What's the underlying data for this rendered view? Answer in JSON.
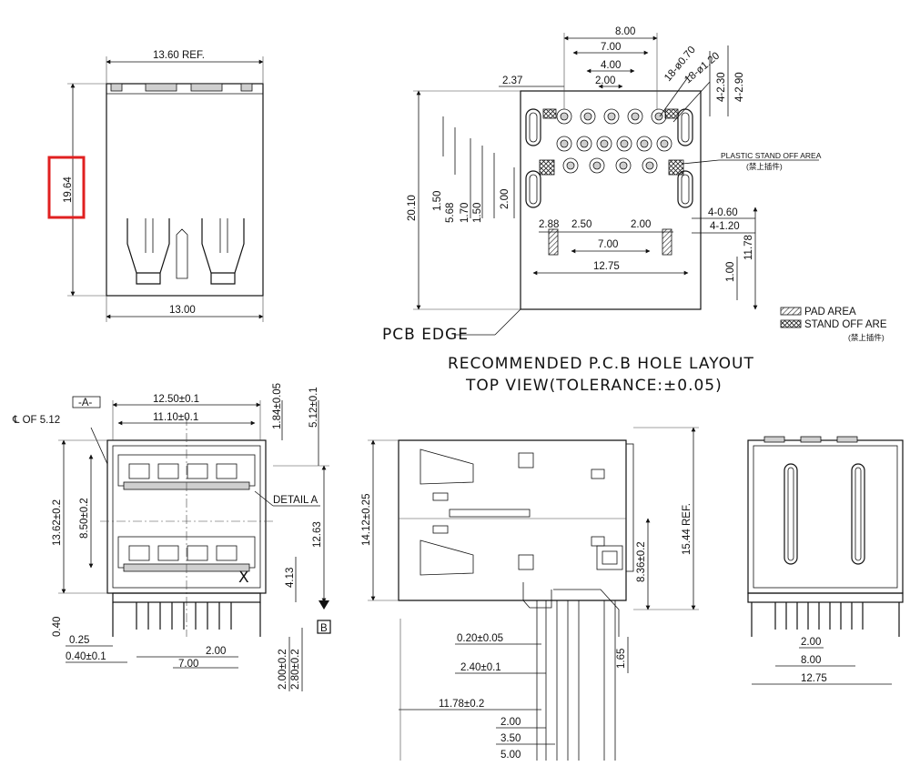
{
  "captions": {
    "pcb_edge": "PCB EDGE",
    "layout_title": "RECOMMENDED P.C.B HOLE LAYOUT",
    "layout_subtitle": "TOP VIEW(TOLERANCE:±0.05)"
  },
  "legend": {
    "pad_area": "PAD AREA",
    "stand_off_area": "STAND OFF ARE",
    "stand_off_note": "(禁上插件)"
  },
  "annotations": {
    "plastic_stand_off": "PLASTIC STAND OFF AREA",
    "plastic_note": "(禁上插件)",
    "datum_a": "-A-",
    "datum_b": "B",
    "centerline": "℄ OF 5.12",
    "detail_a": "DETAIL A",
    "mark_x": "X"
  },
  "dims": {
    "top_left_width_ref": "13.60 REF.",
    "top_left_height": "19.64",
    "top_left_bottom": "13.00",
    "hole_8_00": "8.00",
    "hole_7_00_top": "7.00",
    "hole_4_00": "4.00",
    "hole_2_00_top": "2.00",
    "hole_2_37": "2.37",
    "hole_18_070": "18-ø0.70",
    "hole_18_120": "18-ø1.20",
    "hole_4_230": "4-2.30",
    "hole_4_290": "4-2.90",
    "hole_20_10": "20.10",
    "hole_1_50a": "1.50",
    "hole_5_68": "5.68",
    "hole_1_70": "1.70",
    "hole_1_50b": "1.50",
    "hole_2_00_left": "2.00",
    "hole_2_88": "2.88",
    "hole_2_50": "2.50",
    "hole_2_00_mid": "2.00",
    "hole_4_060": "4-0.60",
    "hole_4_120": "4-1.20",
    "hole_7_00_bottom": "7.00",
    "hole_12_75": "12.75",
    "hole_11_78": "11.78",
    "hole_1_00": "1.00",
    "front_12_50": "12.50±0.1",
    "front_11_10": "11.10±0.1",
    "front_1_84": "1.84±0.05",
    "front_5_12": "5.12±0.1",
    "front_13_62": "13.62±0.2",
    "front_8_50": "8.50±0.2",
    "front_12_63": "12.63",
    "front_4_13": "4.13",
    "front_0_40": "0.40",
    "front_0_25": "0.25",
    "front_0_40_01": "0.40±0.1",
    "front_2_00": "2.00",
    "front_7_00": "7.00",
    "front_2_00_02": "2.00±0.2",
    "front_2_80_02": "2.80±0.2",
    "side_14_12": "14.12±0.25",
    "side_15_44": "15.44 REF.",
    "side_8_36": "8.36±0.2",
    "side_0_20": "0.20±0.05",
    "side_2_40": "2.40±0.1",
    "side_1_65": "1.65",
    "side_11_78": "11.78±0.2",
    "side_2_00": "2.00",
    "side_3_50": "3.50",
    "side_5_00": "5.00",
    "rear_2_00": "2.00",
    "rear_8_00": "8.00",
    "rear_12_75": "12.75"
  },
  "colors": {
    "highlight": "#e02020",
    "ink": "#111111"
  }
}
